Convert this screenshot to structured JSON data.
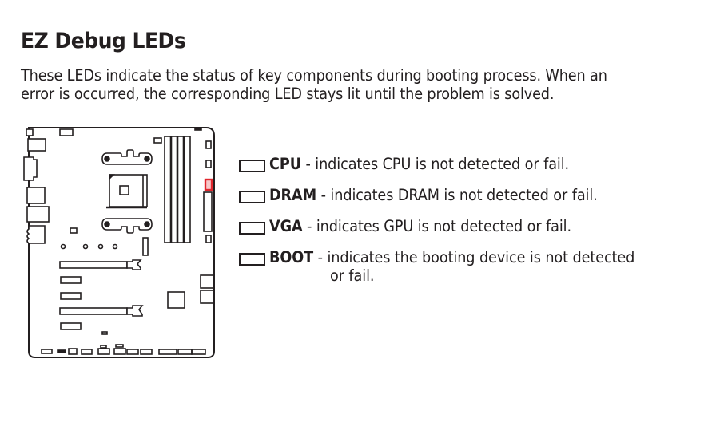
{
  "page": {
    "title": "EZ Debug LEDs",
    "intro": "These LEDs indicate the status of key components during booting process. When an error is occurred, the corresponding LED stays lit until the problem is solved."
  },
  "diagram": {
    "label": "motherboard-layout",
    "highlight_color": "#e0262d",
    "line_color": "#231f20",
    "highlighted_component": "EZ Debug LED group"
  },
  "leds": [
    {
      "name": "CPU",
      "separator": " - ",
      "description": "indicates CPU is not detected or fail.",
      "description_cont": ""
    },
    {
      "name": "DRAM",
      "separator": " - ",
      "description": "indicates DRAM is not detected or fail.",
      "description_cont": ""
    },
    {
      "name": "VGA",
      "separator": " - ",
      "description": "indicates GPU is not detected or fail.",
      "description_cont": ""
    },
    {
      "name": "BOOT",
      "separator": " - ",
      "description": "indicates the booting device is not detected",
      "description_cont": "or fail."
    }
  ]
}
